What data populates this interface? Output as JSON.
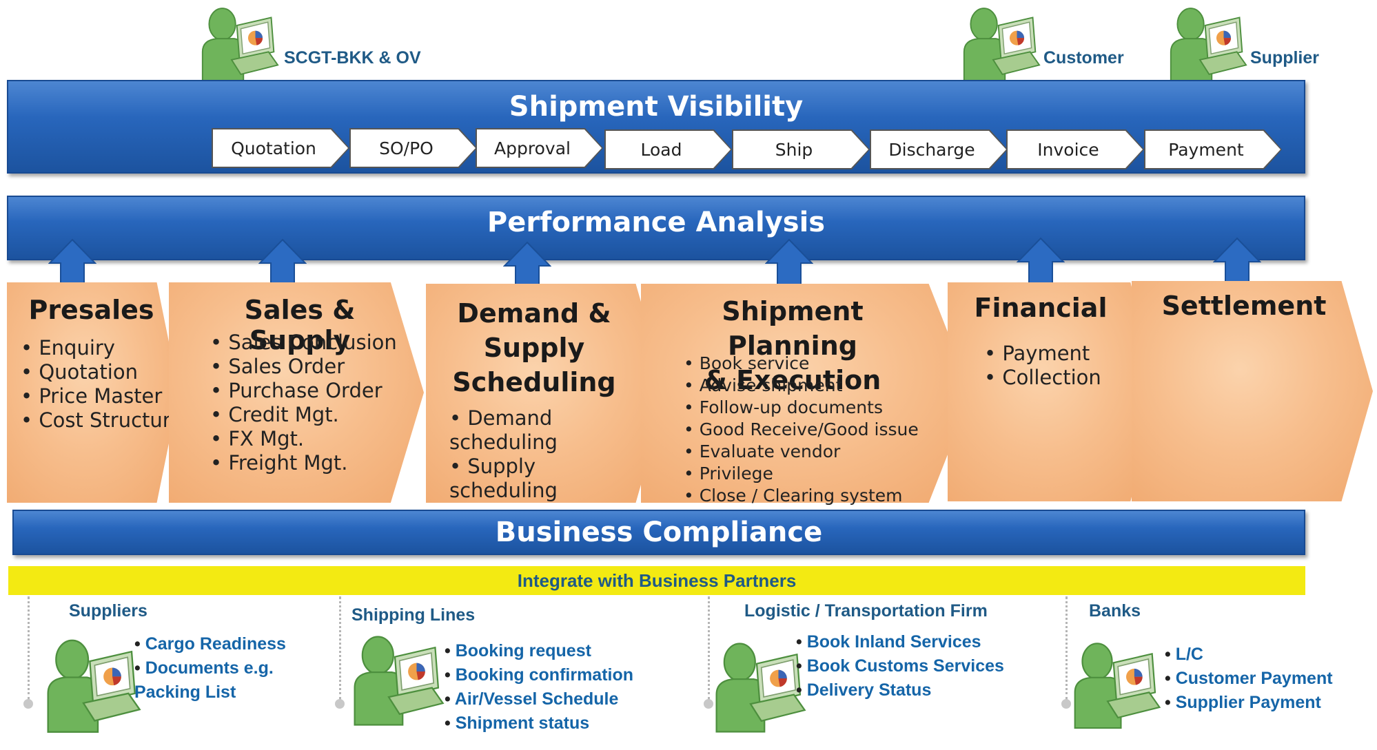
{
  "roles": {
    "scgt": "SCGT-BKK & OV",
    "customer": "Customer",
    "supplier": "Supplier"
  },
  "shipment_visibility": {
    "title": "Shipment Visibility",
    "steps": [
      "Quotation",
      "SO/PO",
      "Approval",
      "Load",
      "Ship",
      "Discharge",
      "Invoice",
      "Payment"
    ]
  },
  "performance_analysis": {
    "title": "Performance Analysis"
  },
  "stages": [
    {
      "title": "Presales",
      "items": [
        "Enquiry",
        "Quotation",
        "Price Master",
        "Cost Structure"
      ]
    },
    {
      "title": "Sales & Supply",
      "items": [
        "Sales Conclusion",
        "Sales Order",
        "Purchase Order",
        "Credit Mgt.",
        "FX  Mgt.",
        "Freight Mgt."
      ]
    },
    {
      "title_lines": [
        "Demand &",
        "Supply",
        "Scheduling"
      ],
      "items": [
        "Demand",
        "scheduling",
        "Supply",
        "scheduling"
      ]
    },
    {
      "title_lines": [
        "Shipment Planning",
        "& Execution"
      ],
      "items": [
        "Book service",
        "Advise shipment",
        "Follow-up documents",
        "Good Receive/Good issue",
        "Evaluate vendor",
        "Privilege",
        "Close / Clearing system"
      ]
    },
    {
      "title": "Financial",
      "items": [
        "Payment",
        "Collection"
      ]
    },
    {
      "title": "Settlement",
      "items": []
    }
  ],
  "business_compliance": {
    "title": "Business Compliance"
  },
  "integrate": {
    "title": "Integrate with Business Partners"
  },
  "partners": [
    {
      "title": "Suppliers",
      "items": [
        "Cargo Readiness",
        "Documents e.g.",
        "Packing List"
      ]
    },
    {
      "title": "Shipping Lines",
      "items": [
        "Booking request",
        "Booking confirmation",
        "Air/Vessel Schedule",
        "Shipment status"
      ]
    },
    {
      "title": "Logistic / Transportation Firm",
      "items": [
        "Book Inland Services",
        "Book Customs Services",
        "Delivery Status"
      ]
    },
    {
      "title": "Banks",
      "items": [
        "L/C",
        "Customer Payment",
        "Supplier Payment"
      ]
    }
  ],
  "colors": {
    "bar_blue": "#2866bc",
    "stage_orange": "#f7be8d",
    "yellow": "#f3ea12",
    "partner_text": "#1565a8",
    "user_green": "#6fb45b"
  }
}
